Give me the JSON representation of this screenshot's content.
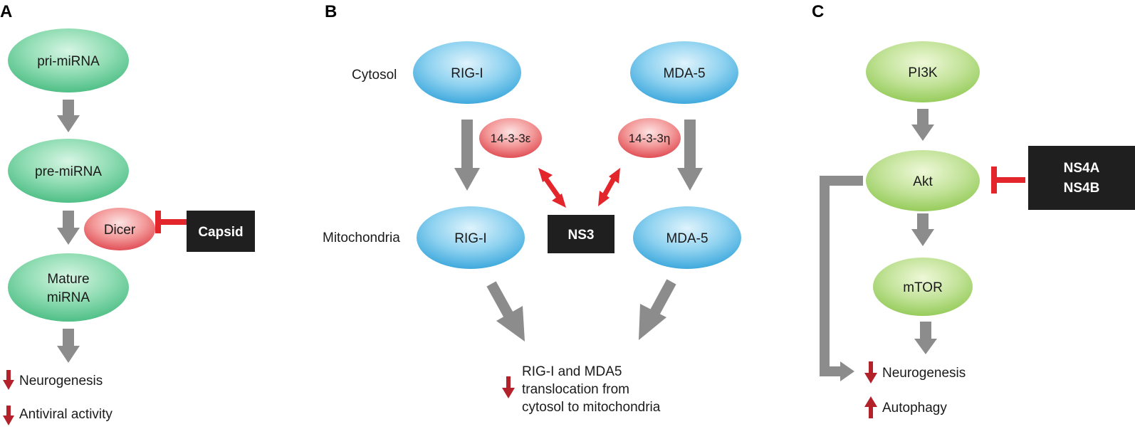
{
  "panels": {
    "a": {
      "letter": "A",
      "nodes": {
        "pri_mirna": "pri-miRNA",
        "pre_mirna": "pre-miRNA",
        "mature_mirna_line1": "Mature",
        "mature_mirna_line2": "miRNA",
        "dicer": "Dicer",
        "capsid": "Capsid"
      },
      "outcomes": [
        "Neurogenesis",
        "Antiviral activity"
      ]
    },
    "b": {
      "letter": "B",
      "compartments": {
        "cytosol": "Cytosol",
        "mitochondria": "Mitochondria"
      },
      "nodes": {
        "rigi_cytosol": "RIG-I",
        "mda5_cytosol": "MDA-5",
        "rigi_mito": "RIG-I",
        "mda5_mito": "MDA-5",
        "adaptor_epsilon": "14-3-3ε",
        "adaptor_eta": "14-3-3η",
        "ns3": "NS3"
      },
      "outcome_lines": [
        "RIG-I and MDA5",
        "translocation from",
        "cytosol to mitochondria"
      ]
    },
    "c": {
      "letter": "C",
      "nodes": {
        "pi3k": "PI3K",
        "akt": "Akt",
        "mtor": "mTOR",
        "ns4a": "NS4A",
        "ns4b": "NS4B"
      },
      "outcomes": {
        "down": "Neurogenesis",
        "up": "Autophagy"
      }
    }
  },
  "colors": {
    "green_node": "#7fd6a8",
    "lightgreen_node": "#b7dd8a",
    "blue_node": "#7cc9ec",
    "red_node": "#f08a8a",
    "black_box": "#1f1f1f",
    "gray_arrow": "#8c8c8c",
    "red_accent": "#e3262b",
    "dark_red_arrow": "#b3222b"
  }
}
